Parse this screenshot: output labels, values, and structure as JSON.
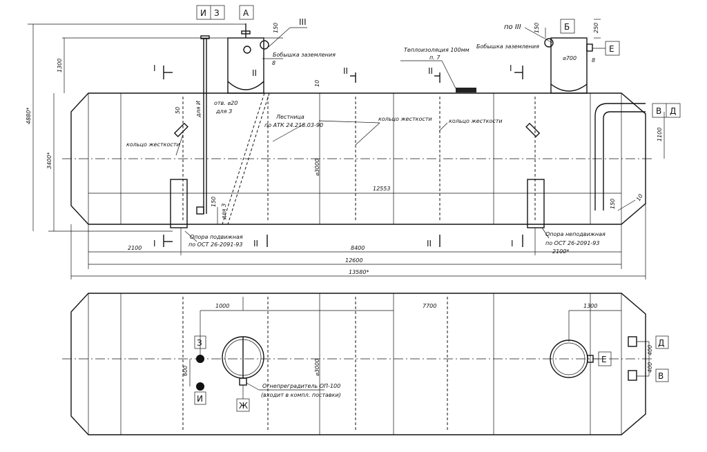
{
  "marks": {
    "I": "И",
    "Z": "З",
    "A": "А",
    "B": "Б",
    "E": "Е",
    "V": "В",
    "D": "Д",
    "Zh": "Ж",
    "sec1": "I",
    "sec2": "II",
    "sec3": "III",
    "po3": "по III"
  },
  "labels": {
    "bob1": "Бобышка заземления",
    "bob2": "Бобышка заземления",
    "insul": "Теплоизоляция 100мм",
    "insul2": "п. 7",
    "ring1": "кольцо жесткости",
    "ring2": "кольцо жесткости",
    "ring3": "кольцо жесткости",
    "ladder1": "Лестница",
    "ladder2": "по АТК 24.218.03-90",
    "otv": "отв. ⌀20",
    "dlya3a": "для З",
    "dlyaI": "для И",
    "dlya3b": "для З",
    "sup1a": "Опора подвижная",
    "sup1b": "по ОСТ 26-2091-93",
    "sup2a": "Опора неподвижная",
    "sup2b": "по ОСТ 26-2091-93",
    "flame1": "Огнепреградитель ОП-100",
    "flame2": "(входит в компл. поставки)"
  },
  "dims": {
    "d4880": "4880*",
    "d3400": "3400*",
    "d1300": "1300",
    "d150a": "150",
    "d150b": "150",
    "d250": "250",
    "d8a": "8",
    "d8b": "8",
    "d700": "⌀700",
    "d10a": "10",
    "d10b": "10",
    "d50": "50",
    "d3000a": "⌀3000",
    "d3000b": "⌀3000",
    "d1100": "1100",
    "d12553": "12553",
    "d150c": "150",
    "d150d": "150",
    "d2100": "2100",
    "d8400": "8400",
    "d2100s": "2100*",
    "d12600": "12600",
    "d13580": "13580*",
    "d1000": "1000",
    "d7700": "7700",
    "d1300b": "1300",
    "d600": "600",
    "d400a": "400",
    "d400b": "400"
  }
}
